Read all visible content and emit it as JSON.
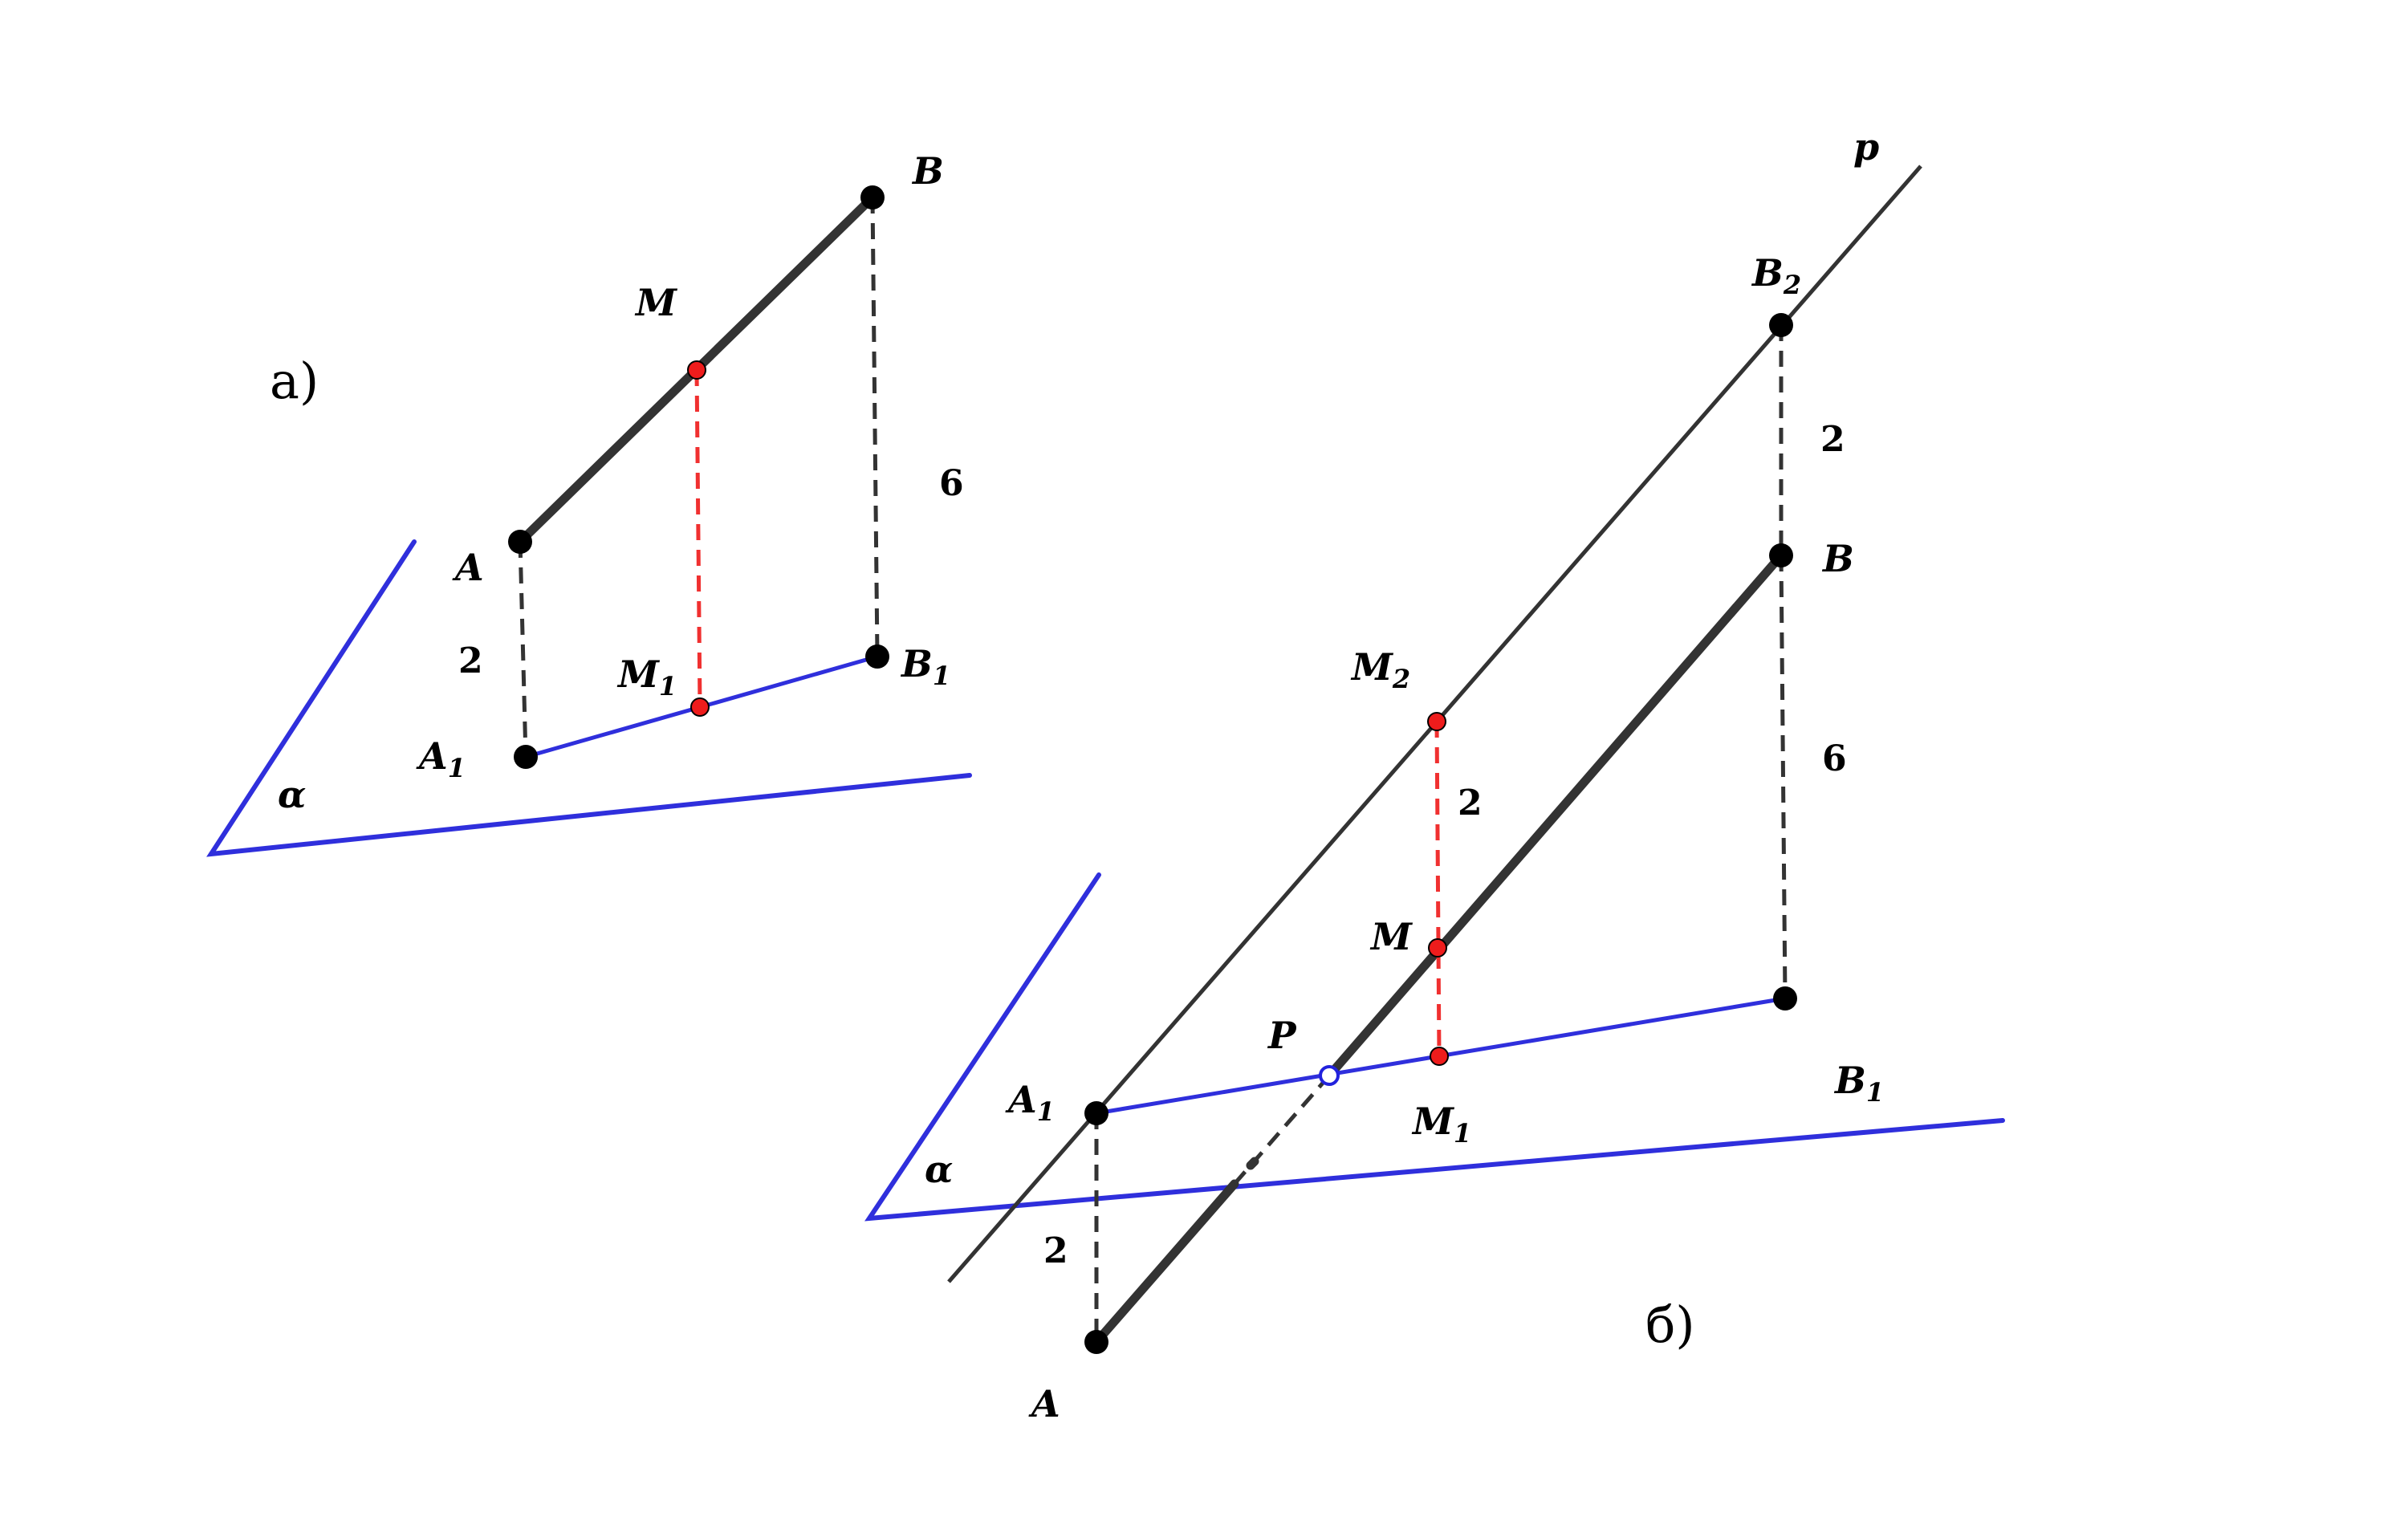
{
  "part_a": {
    "tag": "а)",
    "plane": "α",
    "points": {
      "A": "A",
      "B": "B",
      "M": "M",
      "A1": "A",
      "B1": "B",
      "M1": "M"
    },
    "subscript": "1",
    "distances": {
      "AA1": "2",
      "BB1": "6"
    }
  },
  "part_b": {
    "tag": "б)",
    "plane": "α",
    "line": "p",
    "points": {
      "A": "A",
      "B": "B",
      "M": "M",
      "P": "P",
      "A1": "A",
      "B1": "B",
      "M1": "M",
      "B2": "B",
      "M2": "M"
    },
    "subscript_1": "1",
    "subscript_2": "2",
    "distances": {
      "B2B": "2",
      "BB1": "6",
      "M2M": "2",
      "A1A": "2"
    }
  }
}
